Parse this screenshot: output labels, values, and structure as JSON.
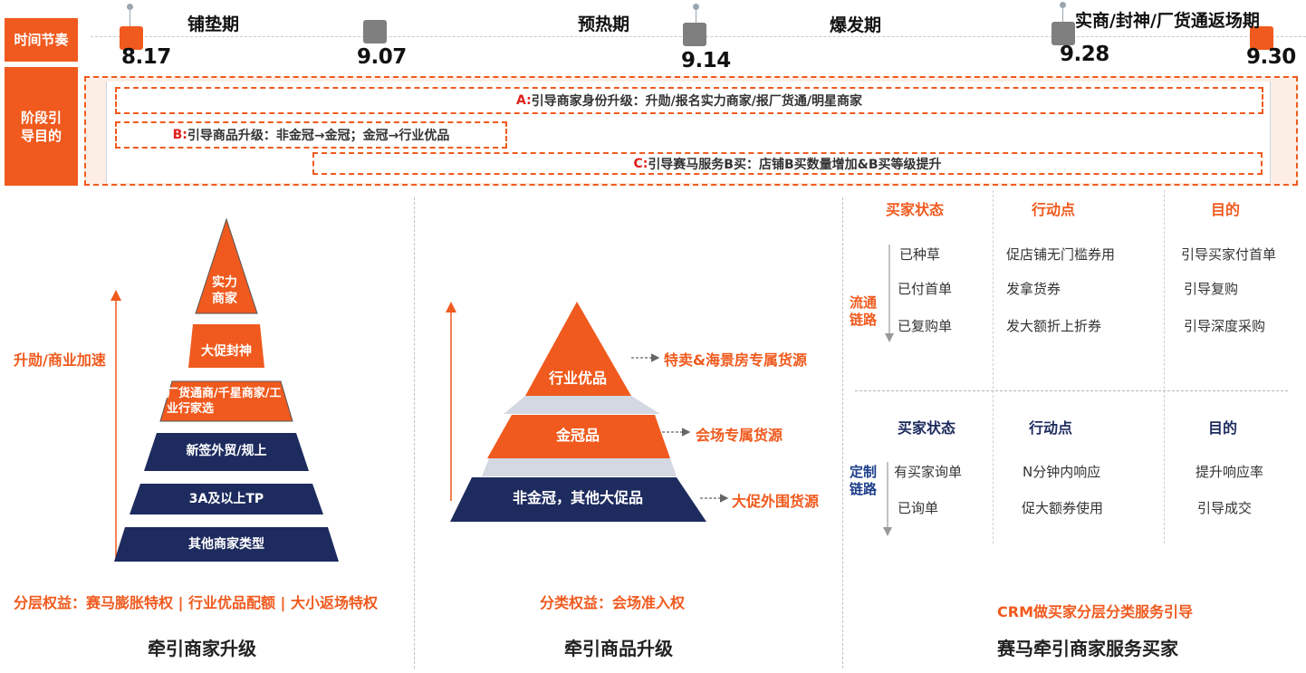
{
  "side_labels": {
    "timeline": "时间节奏",
    "goals": "阶段引导目的"
  },
  "timeline": {
    "dates": [
      "8.17",
      "9.07",
      "9.14",
      "9.28",
      "9.30"
    ],
    "phases": [
      "铺垫期",
      "预热期",
      "爆发期",
      "实商/封神/厂货通返场期"
    ]
  },
  "goals": {
    "a": {
      "letter": "A:",
      "text": "引导商家身份升级：升勋/报名实力商家/报厂货通/明星商家"
    },
    "b": {
      "letter": "B:",
      "text": "引导商品升级：非金冠→金冠；金冠→行业优品"
    },
    "c": {
      "letter": "C:",
      "text": "引导赛马服务B买：店铺B买数量增加&B买等级提升"
    }
  },
  "merchant": {
    "levels": [
      "实力商家",
      "大促封神",
      "厂货通商/千星商家/工业行家选",
      "新签外贸/规上",
      "3A及以上TP",
      "其他商家类型"
    ],
    "arrow_label": "升勋/商业加速",
    "benefit": "分层权益：赛马膨胀特权 | 行业优品配额 | 大小返场特权",
    "title": "牵引商家升级"
  },
  "product": {
    "levels": [
      {
        "name": "行业优品",
        "note": "特卖&海景房专属货源"
      },
      {
        "name": "金冠品",
        "note": "会场专属货源"
      },
      {
        "name": "非金冠，其他大促品",
        "note": "大促外围货源"
      }
    ],
    "benefit": "分类权益：会场准入权",
    "title": "牵引商品升级"
  },
  "buyer": {
    "flow": {
      "label": "流通链路",
      "headers": [
        "买家状态",
        "行动点",
        "目的"
      ],
      "rows": [
        [
          "已种草",
          "促店铺无门槛券用",
          "引导买家付首单"
        ],
        [
          "已付首单",
          "发拿货券",
          "引导复购"
        ],
        [
          "已复购单",
          "发大额折上折券",
          "引导深度采购"
        ]
      ]
    },
    "custom": {
      "label": "定制链路",
      "headers": [
        "买家状态",
        "行动点",
        "目的"
      ],
      "rows": [
        [
          "有买家询单",
          "N分钟内响应",
          "提升响应率"
        ],
        [
          "已询单",
          "促大额券使用",
          "引导成交"
        ]
      ]
    },
    "crm": "CRM做买家分层分类服务引导",
    "title": "赛马牵引商家服务买家"
  },
  "colors": {
    "orange": "#f05a1e",
    "navy": "#1d2b5e",
    "gray": "#7f7f7f",
    "red": "#e0201a"
  }
}
